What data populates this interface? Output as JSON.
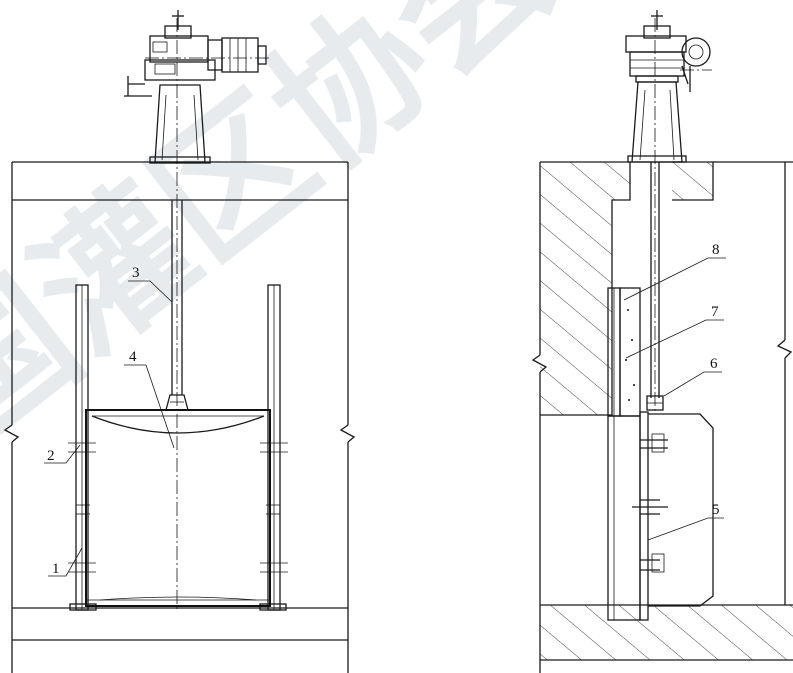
{
  "labels": {
    "part1": "1",
    "part2": "2",
    "part3": "3",
    "part4": "4",
    "part5": "5",
    "part6": "6",
    "part7": "7",
    "part8": "8"
  },
  "watermark": {
    "text": "国灌区协会"
  }
}
